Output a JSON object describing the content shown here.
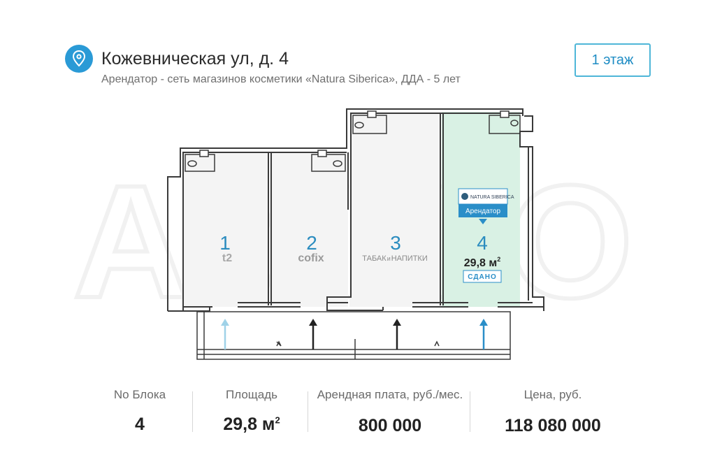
{
  "header": {
    "address": "Кожевническая ул, д. 4",
    "tenant_line": "Арендатор -  сеть магазинов косметики «Natura Siberica», ДДА - 5 лет",
    "floor_button": "1 этаж",
    "icon": "location-pin-icon",
    "accent_color": "#2a9ad6"
  },
  "plan": {
    "watermark": "AVITO",
    "units": [
      {
        "number": "1",
        "tenant_logo": "t2"
      },
      {
        "number": "2",
        "tenant_logo": "cofix"
      },
      {
        "number": "3",
        "tenant_logo_big": "ТАБАК",
        "tenant_logo_small": "и",
        "tenant_logo_big2": "НАПИТКИ"
      },
      {
        "number": "4",
        "area": "29,8 м",
        "area_sup": "2",
        "status": "СДАНО",
        "tenant_brand": "NATURA SIBERICA",
        "tenant_label": "Арендатор",
        "highlight_color": "#d9f1e4"
      }
    ]
  },
  "stats": [
    {
      "label": "No Блока",
      "value": "4"
    },
    {
      "label": "Площадь",
      "value": "29,8 м",
      "value_sup": "2"
    },
    {
      "label": "Арендная плата, руб./мес.",
      "value": "800 000"
    },
    {
      "label": "Цена, руб.",
      "value": "118 080 000"
    }
  ]
}
